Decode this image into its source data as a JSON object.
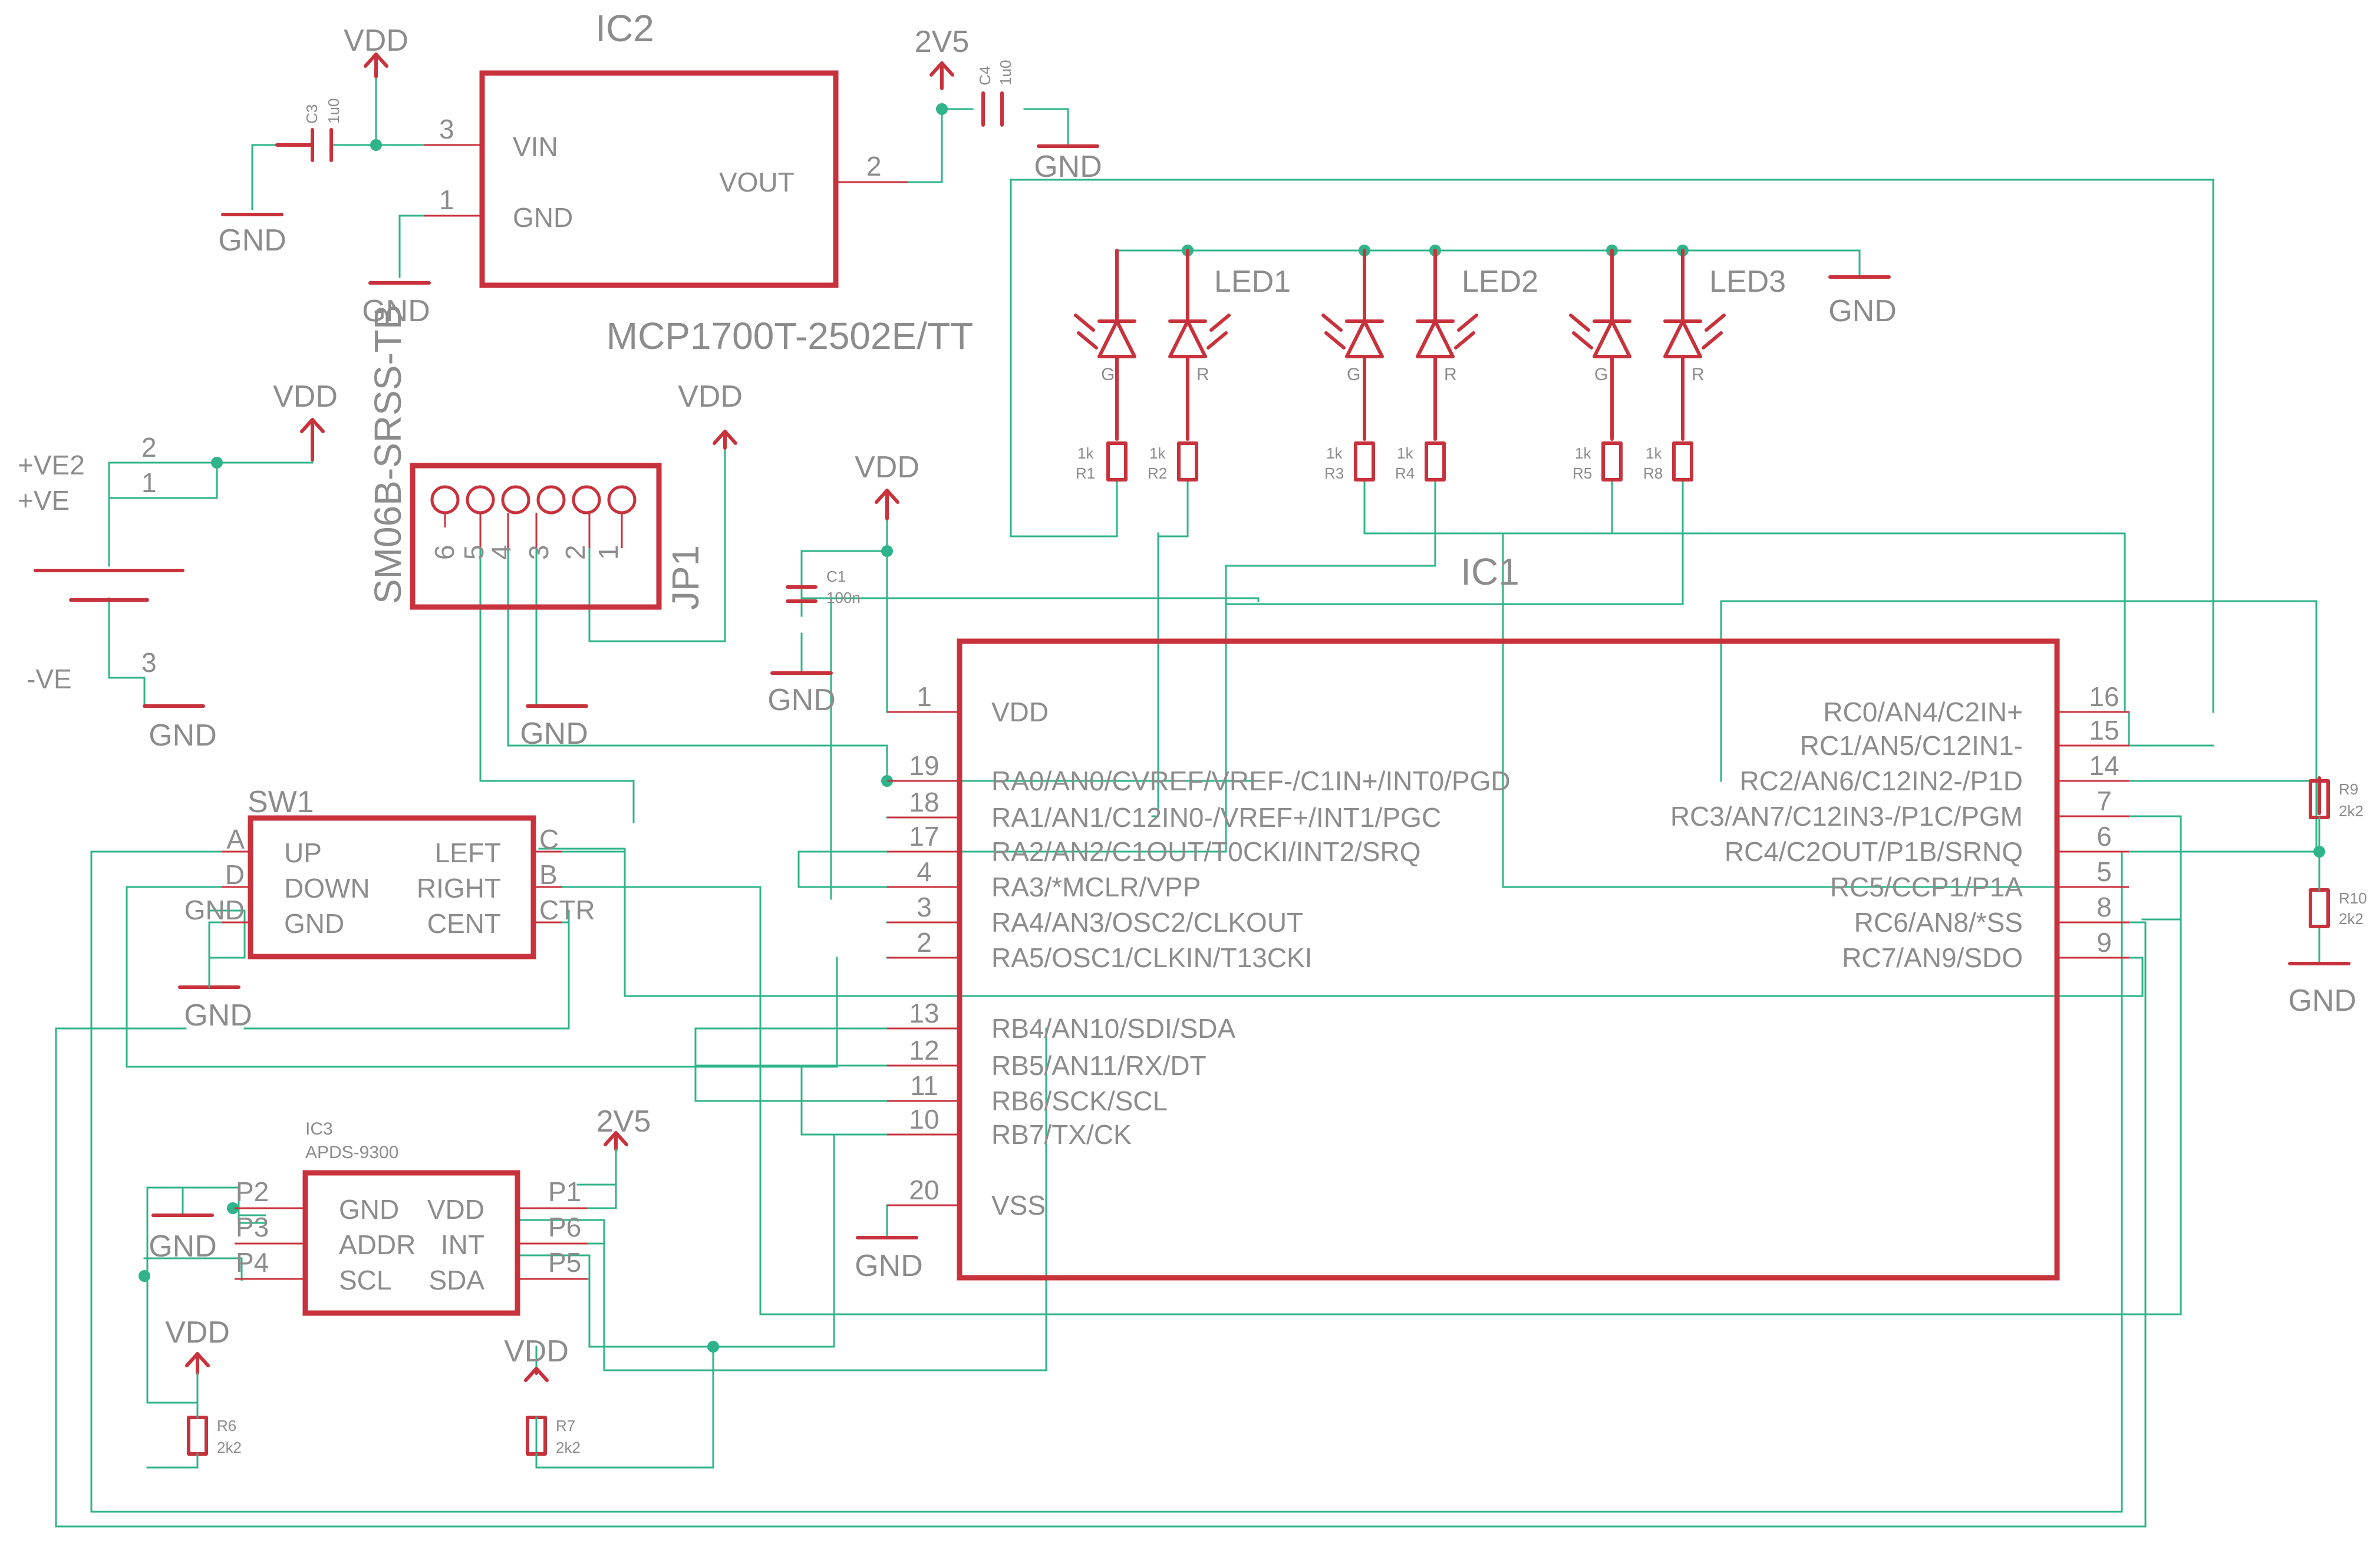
{
  "ic2": {
    "name": "IC2",
    "value": "MCP1700T-2502E/TT",
    "pins": {
      "vin": "VIN",
      "gnd": "GND",
      "vout": "VOUT"
    },
    "pin_numbers": {
      "vin": "3",
      "gnd": "1",
      "vout": "2"
    }
  },
  "ic1": {
    "name": "IC1",
    "left_pins": [
      {
        "num": "1",
        "label": "VDD"
      },
      {
        "num": "19",
        "label": "RA0/AN0/CVREF/VREF-/C1IN+/INT0/PGD"
      },
      {
        "num": "18",
        "label": "RA1/AN1/C12IN0-/VREF+/INT1/PGC"
      },
      {
        "num": "17",
        "label": "RA2/AN2/C1OUT/T0CKI/INT2/SRQ"
      },
      {
        "num": "4",
        "label": "RA3/*MCLR/VPP"
      },
      {
        "num": "3",
        "label": "RA4/AN3/OSC2/CLKOUT"
      },
      {
        "num": "2",
        "label": "RA5/OSC1/CLKIN/T13CKI"
      },
      {
        "num": "13",
        "label": "RB4/AN10/SDI/SDA"
      },
      {
        "num": "12",
        "label": "RB5/AN11/RX/DT"
      },
      {
        "num": "11",
        "label": "RB6/SCK/SCL"
      },
      {
        "num": "10",
        "label": "RB7/TX/CK"
      },
      {
        "num": "20",
        "label": "VSS"
      }
    ],
    "right_pins": [
      {
        "num": "16",
        "label": "RC0/AN4/C2IN+"
      },
      {
        "num": "15",
        "label": "RC1/AN5/C12IN1-"
      },
      {
        "num": "14",
        "label": "RC2/AN6/C12IN2-/P1D"
      },
      {
        "num": "7",
        "label": "RC3/AN7/C12IN3-/P1C/PGM"
      },
      {
        "num": "6",
        "label": "RC4/C2OUT/P1B/SRNQ"
      },
      {
        "num": "5",
        "label": "RC5/CCP1/P1A"
      },
      {
        "num": "8",
        "label": "RC6/AN8/*SS"
      },
      {
        "num": "9",
        "label": "RC7/AN9/SDO"
      }
    ]
  },
  "ic3": {
    "name": "IC3",
    "value": "APDS-9300",
    "left_labels": [
      "GND",
      "ADDR",
      "SCL"
    ],
    "right_labels": [
      "VDD",
      "INT",
      "SDA"
    ],
    "left_pins": [
      "P2",
      "P3",
      "P4"
    ],
    "right_pins": [
      "P1",
      "P6",
      "P5"
    ]
  },
  "sw1": {
    "name": "SW1",
    "left_inner": [
      "UP",
      "DOWN",
      "GND"
    ],
    "right_inner": [
      "LEFT",
      "RIGHT",
      "CENT"
    ],
    "left_pins": [
      "A",
      "D",
      "GND"
    ],
    "right_pins": [
      "C",
      "B",
      "CTR"
    ]
  },
  "jp1": {
    "name": "JP1",
    "value": "SM06B-SRSS-TB",
    "pins": [
      "6",
      "5",
      "4",
      "3",
      "2",
      "1"
    ]
  },
  "battery": {
    "plus2": "+VE2",
    "plus": "+VE",
    "minus": "-VE",
    "pins": [
      "2",
      "1",
      "3"
    ]
  },
  "leds": [
    {
      "name": "LED1",
      "g": "G",
      "r": "R"
    },
    {
      "name": "LED2",
      "g": "G",
      "r": "R"
    },
    {
      "name": "LED3",
      "g": "G",
      "r": "R"
    }
  ],
  "resistors": [
    {
      "name": "R1",
      "value": "1k"
    },
    {
      "name": "R2",
      "value": "1k"
    },
    {
      "name": "R3",
      "value": "1k"
    },
    {
      "name": "R4",
      "value": "1k"
    },
    {
      "name": "R5",
      "value": "1k"
    },
    {
      "name": "R8",
      "value": "1k"
    },
    {
      "name": "R9",
      "value": "2k2"
    },
    {
      "name": "R10",
      "value": "2k2"
    },
    {
      "name": "R6",
      "value": "2k2"
    },
    {
      "name": "R7",
      "value": "2k2"
    }
  ],
  "capacitors": [
    {
      "name": "C3",
      "value": "1u0"
    },
    {
      "name": "C4",
      "value": "1u0"
    },
    {
      "name": "C1",
      "value": "100n"
    }
  ],
  "supplies": {
    "vdd": "VDD",
    "v25": "2V5",
    "gnd": "GND"
  },
  "colors": {
    "wire": "#2fb38a",
    "symbol": "#c8323c",
    "text": "#8c8c8c"
  }
}
